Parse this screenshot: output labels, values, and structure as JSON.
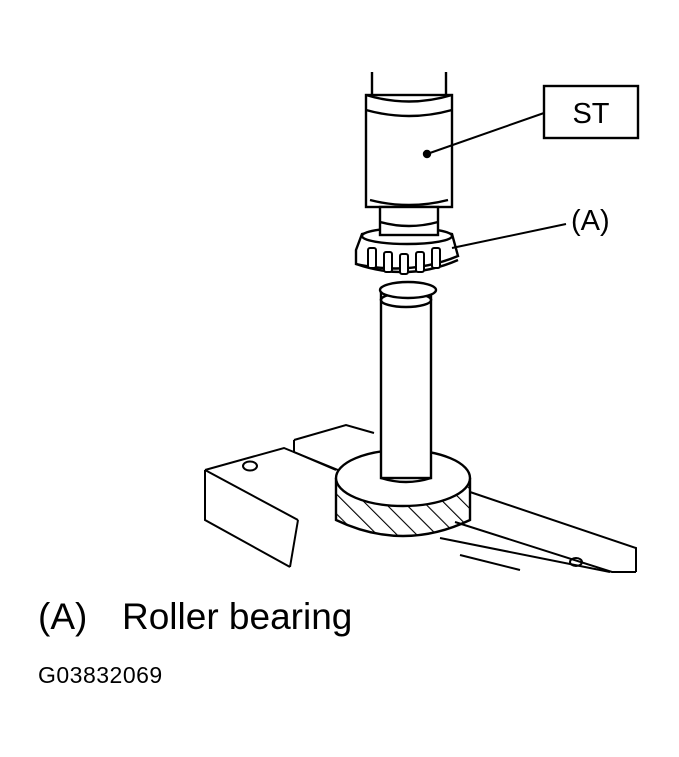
{
  "callouts": {
    "st_label": "ST",
    "a_label": "(A)"
  },
  "legend": [
    {
      "key": "(A)",
      "text": "Roller bearing"
    }
  ],
  "figure_code": "G03832069"
}
